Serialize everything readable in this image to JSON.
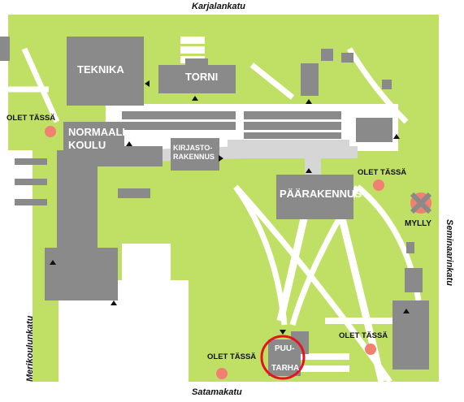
{
  "colors": {
    "grass": "#bfe065",
    "path": "#ffffff",
    "building": "#8a8a8a",
    "building_dark": "#7a7a7a",
    "walkway": "#d6d6d6",
    "marker": "#f08070",
    "highlight": "#e4141e",
    "parking": "#ffffff"
  },
  "streets": {
    "top": "Karjalankatu",
    "bottom": "Satamakatu",
    "left": "Merikoulunkatu",
    "right": "Seminaarinkatu"
  },
  "buildings": {
    "teknika": "TEKNIKA",
    "torni": "TORNI",
    "normaalikoulu_1": "NORMAALI",
    "normaalikoulu_2": "KOULU",
    "kirjasto_1": "KIRJASTO-",
    "kirjasto_2": "RAKENNUS",
    "paarakennus": "PÄÄRAKENNUS",
    "puutarha_1": "PUU-",
    "puutarha_2": "TARHA"
  },
  "landmarks": {
    "mylly": "MYLLY",
    "mylly_icon": "windmill-icon"
  },
  "you_are_here": [
    {
      "label": "OLET TÄSSÄ"
    },
    {
      "label": "OLET TÄSSÄ"
    },
    {
      "label": "OLET TÄSSÄ"
    },
    {
      "label": "OLET TÄSSÄ"
    }
  ]
}
